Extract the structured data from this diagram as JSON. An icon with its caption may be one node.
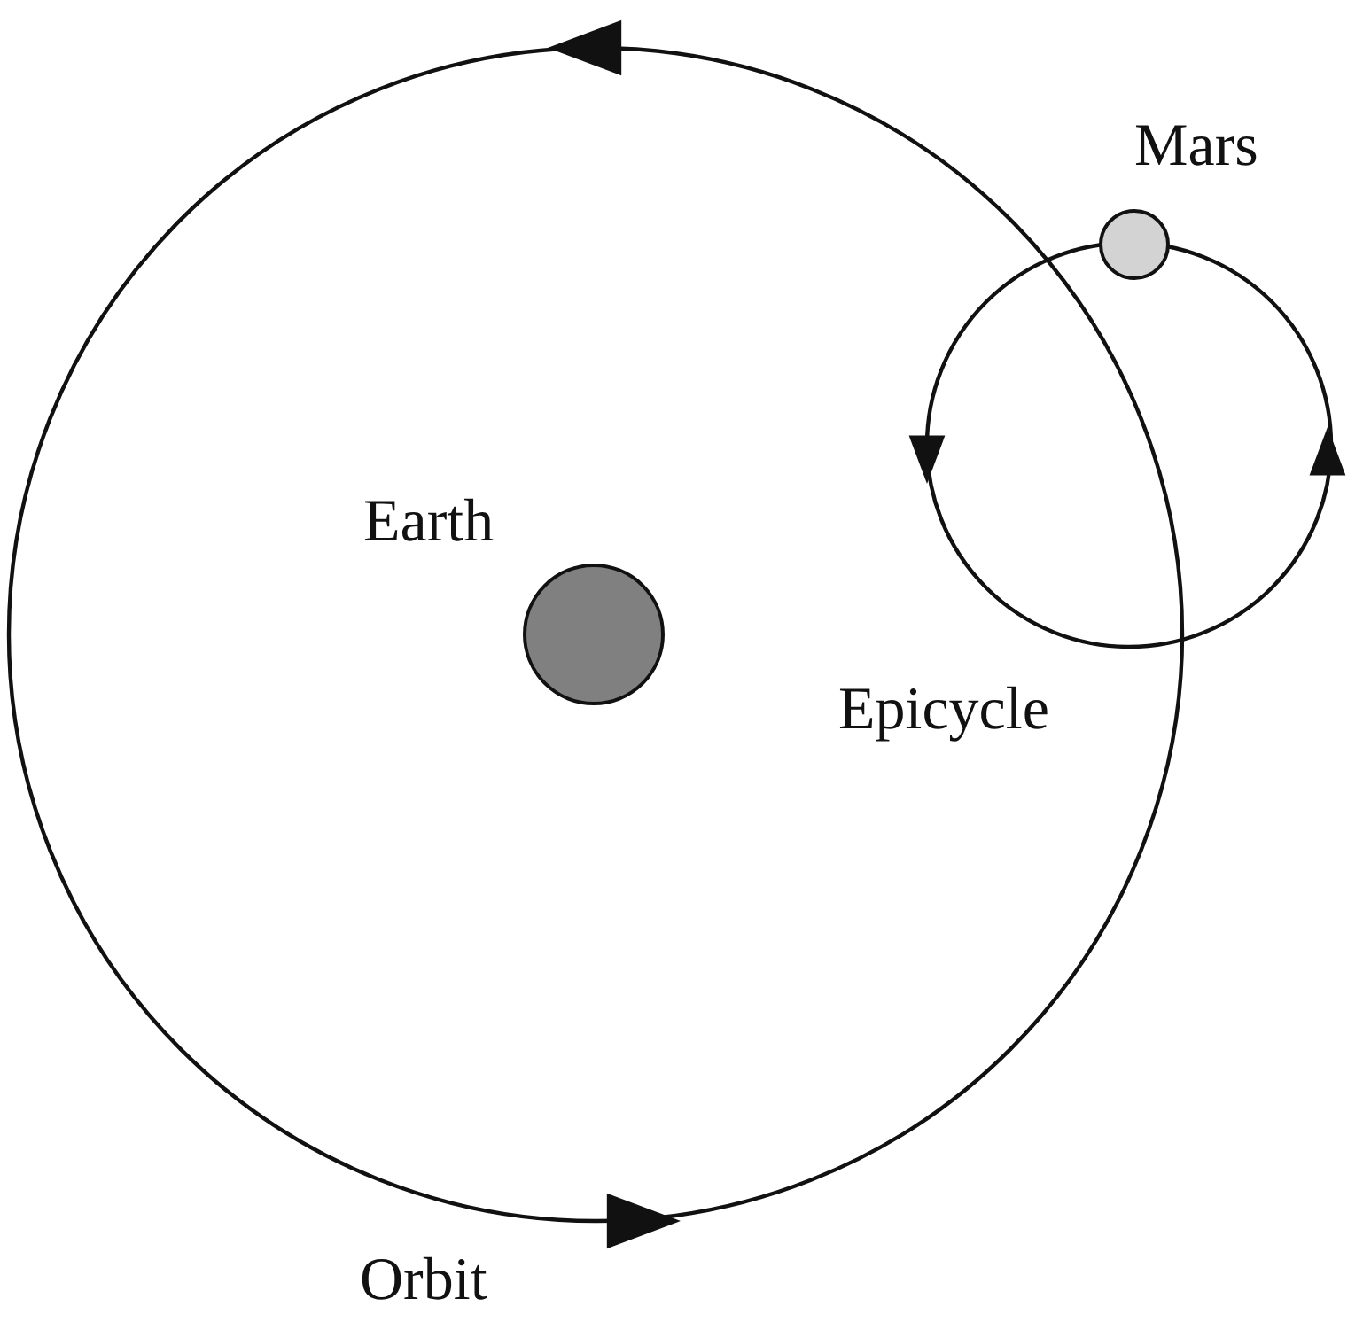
{
  "diagram": {
    "nodes": [
      {
        "text": [
          "Earth"
        ]
      },
      {
        "text": [
          "Mars"
        ]
      }
    ],
    "labels": [
      "Epicycle",
      "Orbit"
    ]
  }
}
